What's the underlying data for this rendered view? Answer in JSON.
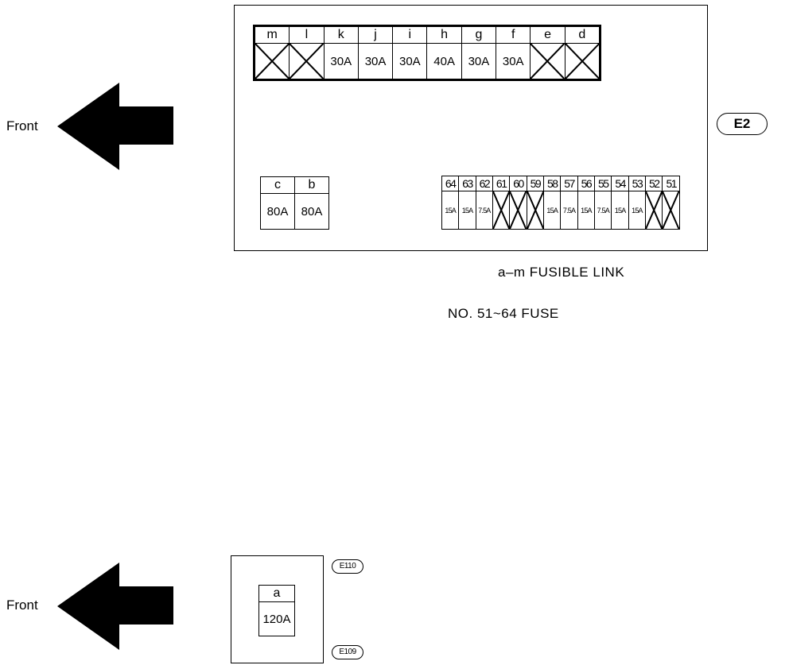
{
  "front_label": "Front",
  "top_box": {
    "connector": "E2",
    "top_row": {
      "headers": [
        "m",
        "l",
        "k",
        "j",
        "i",
        "h",
        "g",
        "f",
        "e",
        "d"
      ],
      "values": [
        "",
        "",
        "30A",
        "30A",
        "30A",
        "40A",
        "30A",
        "30A",
        "",
        ""
      ],
      "crossed": [
        true,
        true,
        false,
        false,
        false,
        false,
        false,
        false,
        true,
        true
      ]
    },
    "left_block": {
      "headers": [
        "c",
        "b"
      ],
      "values": [
        "80A",
        "80A"
      ]
    },
    "fuse_row": {
      "headers": [
        "64",
        "63",
        "62",
        "61",
        "60",
        "59",
        "58",
        "57",
        "56",
        "55",
        "54",
        "53",
        "52",
        "51"
      ],
      "values": [
        "15A",
        "15A",
        "7.5A",
        "",
        "",
        "",
        "15A",
        "7.5A",
        "15A",
        "7.5A",
        "15A",
        "15A",
        "",
        ""
      ],
      "crossed": [
        false,
        false,
        false,
        true,
        true,
        true,
        false,
        false,
        false,
        false,
        false,
        false,
        true,
        true
      ]
    }
  },
  "captions": {
    "fusible_link": "a–m FUSIBLE LINK",
    "fuse": "NO. 51~64 FUSE"
  },
  "bottom_box": {
    "header": "a",
    "value": "120A",
    "connector_top": "E110",
    "connector_bottom": "E109"
  }
}
